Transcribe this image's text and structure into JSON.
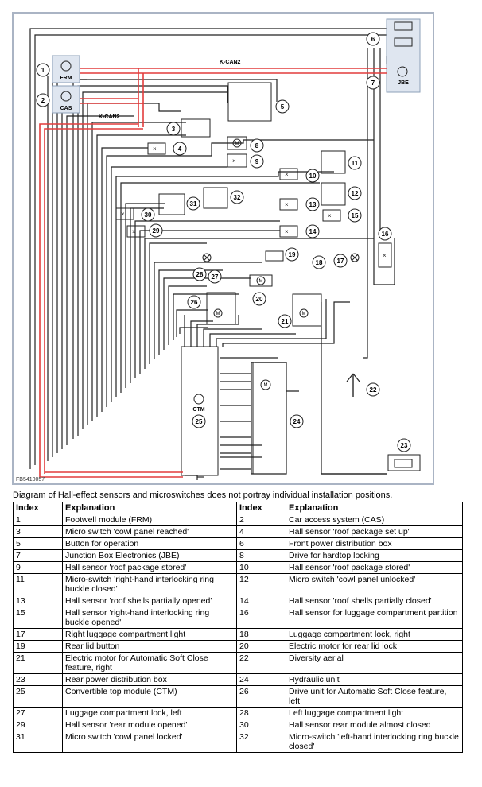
{
  "diagram": {
    "modules": {
      "frm": "FRM",
      "cas": "CAS",
      "jbe": "JBE",
      "ctm": "CTM"
    },
    "bus_label_top": "K-CAN2",
    "bus_label_left": "K-CAN2",
    "figure_code": "FB5410057",
    "motor_symbol": "M",
    "callouts": [
      "1",
      "2",
      "3",
      "4",
      "5",
      "6",
      "7",
      "8",
      "9",
      "10",
      "11",
      "12",
      "13",
      "14",
      "15",
      "16",
      "17",
      "18",
      "19",
      "20",
      "21",
      "22",
      "23",
      "24",
      "25",
      "26",
      "27",
      "28",
      "29",
      "30",
      "31",
      "32"
    ],
    "bus_color": "#e23c3c"
  },
  "caption": "Diagram of Hall-effect sensors and microswitches does not portray individual installation positions.",
  "legend": {
    "headers": [
      "Index",
      "Explanation",
      "Index",
      "Explanation"
    ],
    "rows": [
      [
        "1",
        "Footwell module (FRM)",
        "2",
        "Car access system (CAS)"
      ],
      [
        "3",
        "Micro switch 'cowl panel reached'",
        "4",
        "Hall sensor 'roof package set up'"
      ],
      [
        "5",
        "Button for operation",
        "6",
        "Front power distribution box"
      ],
      [
        "7",
        "Junction Box Electronics (JBE)",
        "8",
        "Drive for hardtop locking"
      ],
      [
        "9",
        "Hall sensor 'roof package stored'",
        "10",
        "Hall sensor 'roof package stored'"
      ],
      [
        "11",
        "Micro-switch 'right-hand interlocking ring buckle closed'",
        "12",
        "Micro switch 'cowl panel unlocked'"
      ],
      [
        "13",
        "Hall sensor 'roof shells partially opened'",
        "14",
        "Hall sensor 'roof shells partially closed'"
      ],
      [
        "15",
        "Hall sensor 'right-hand interlocking ring buckle opened'",
        "16",
        "Hall sensor for luggage compartment partition"
      ],
      [
        "17",
        "Right luggage compartment light",
        "18",
        "Luggage compartment lock, right"
      ],
      [
        "19",
        "Rear lid button",
        "20",
        "Electric motor for rear lid lock"
      ],
      [
        "21",
        "Electric motor for Automatic Soft Close feature, right",
        "22",
        "Diversity aerial"
      ],
      [
        "23",
        "Rear power distribution box",
        "24",
        "Hydraulic unit"
      ],
      [
        "25",
        "Convertible top module (CTM)",
        "26",
        "Drive unit for Automatic Soft Close feature, left"
      ],
      [
        "27",
        "Luggage compartment lock, left",
        "28",
        "Left luggage compartment light"
      ],
      [
        "29",
        "Hall sensor 'rear module opened'",
        "30",
        "Hall sensor rear module almost closed"
      ],
      [
        "31",
        "Micro switch 'cowl panel locked'",
        "32",
        "Micro-switch 'left-hand interlocking ring buckle closed'"
      ]
    ]
  }
}
